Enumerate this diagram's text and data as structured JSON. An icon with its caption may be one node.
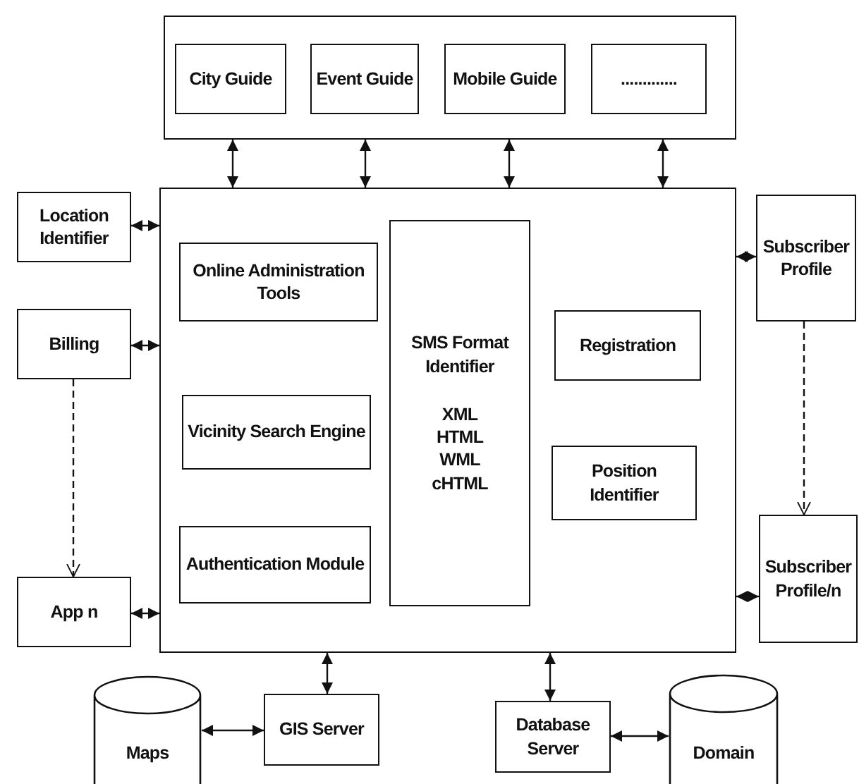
{
  "diagram": {
    "nodes": [
      {
        "text": [],
        "shape": "box"
      },
      {
        "text": [
          "City Guide"
        ],
        "in": 0
      },
      {
        "text": [
          "Event Guide"
        ],
        "in": 0
      },
      {
        "text": [
          "Mobile Guide"
        ],
        "in": 0
      },
      {
        "text": [
          "............."
        ],
        "in": 0
      },
      {
        "text": [
          "Location Identifier"
        ]
      },
      {
        "text": [],
        "shape": "box"
      },
      {
        "text": [
          "Online Administration Tools"
        ],
        "in": 6
      },
      {
        "text": [
          "SMS Format Identifier",
          "XML",
          "HTML",
          "WML",
          "cHTML"
        ],
        "in": 6
      },
      {
        "text": [
          "Subscriber Profile"
        ]
      },
      {
        "text": [
          "Billing"
        ]
      },
      {
        "text": [
          "Registration"
        ],
        "in": 6
      },
      {
        "text": [
          "Vicinity Search Engine"
        ],
        "in": 6
      },
      {
        "text": [
          "Position Identifier"
        ],
        "in": 6
      },
      {
        "text": [
          "Authentication Module"
        ],
        "in": 6
      },
      {
        "text": [
          "App n"
        ]
      },
      {
        "text": [
          "Subscriber Profile/n"
        ]
      },
      {
        "text": [
          "Maps"
        ]
      },
      {
        "text": [
          "GIS Server"
        ]
      },
      {
        "text": [
          "Database Server"
        ]
      },
      {
        "text": [
          "Domain"
        ]
      }
    ],
    "edges": [
      {
        "from": 0,
        "to": 6,
        "arrow": "both"
      },
      {
        "from": 0,
        "to": 6,
        "arrow": "both"
      },
      {
        "from": 0,
        "to": 6,
        "arrow": "both"
      },
      {
        "from": 0,
        "to": 6,
        "arrow": "both"
      },
      {
        "from": 5,
        "to": 6,
        "arrow": "both"
      },
      {
        "from": 10,
        "to": 6,
        "arrow": "both"
      },
      {
        "from": 15,
        "to": 6,
        "arrow": "both"
      },
      {
        "from": 6,
        "to": 9,
        "arrow": "both"
      },
      {
        "from": 6,
        "to": 16,
        "arrow": "both"
      },
      {
        "from": 6,
        "to": 18,
        "arrow": "both"
      },
      {
        "from": 6,
        "to": 19,
        "arrow": "both"
      },
      {
        "from": 17,
        "to": 18,
        "arrow": "both"
      },
      {
        "from": 19,
        "to": 20,
        "arrow": "both"
      },
      {
        "from": 10,
        "to": 15,
        "arrow": "to",
        "style": "dashed"
      },
      {
        "from": 9,
        "to": 16,
        "arrow": "to",
        "style": "dashed"
      }
    ]
  }
}
